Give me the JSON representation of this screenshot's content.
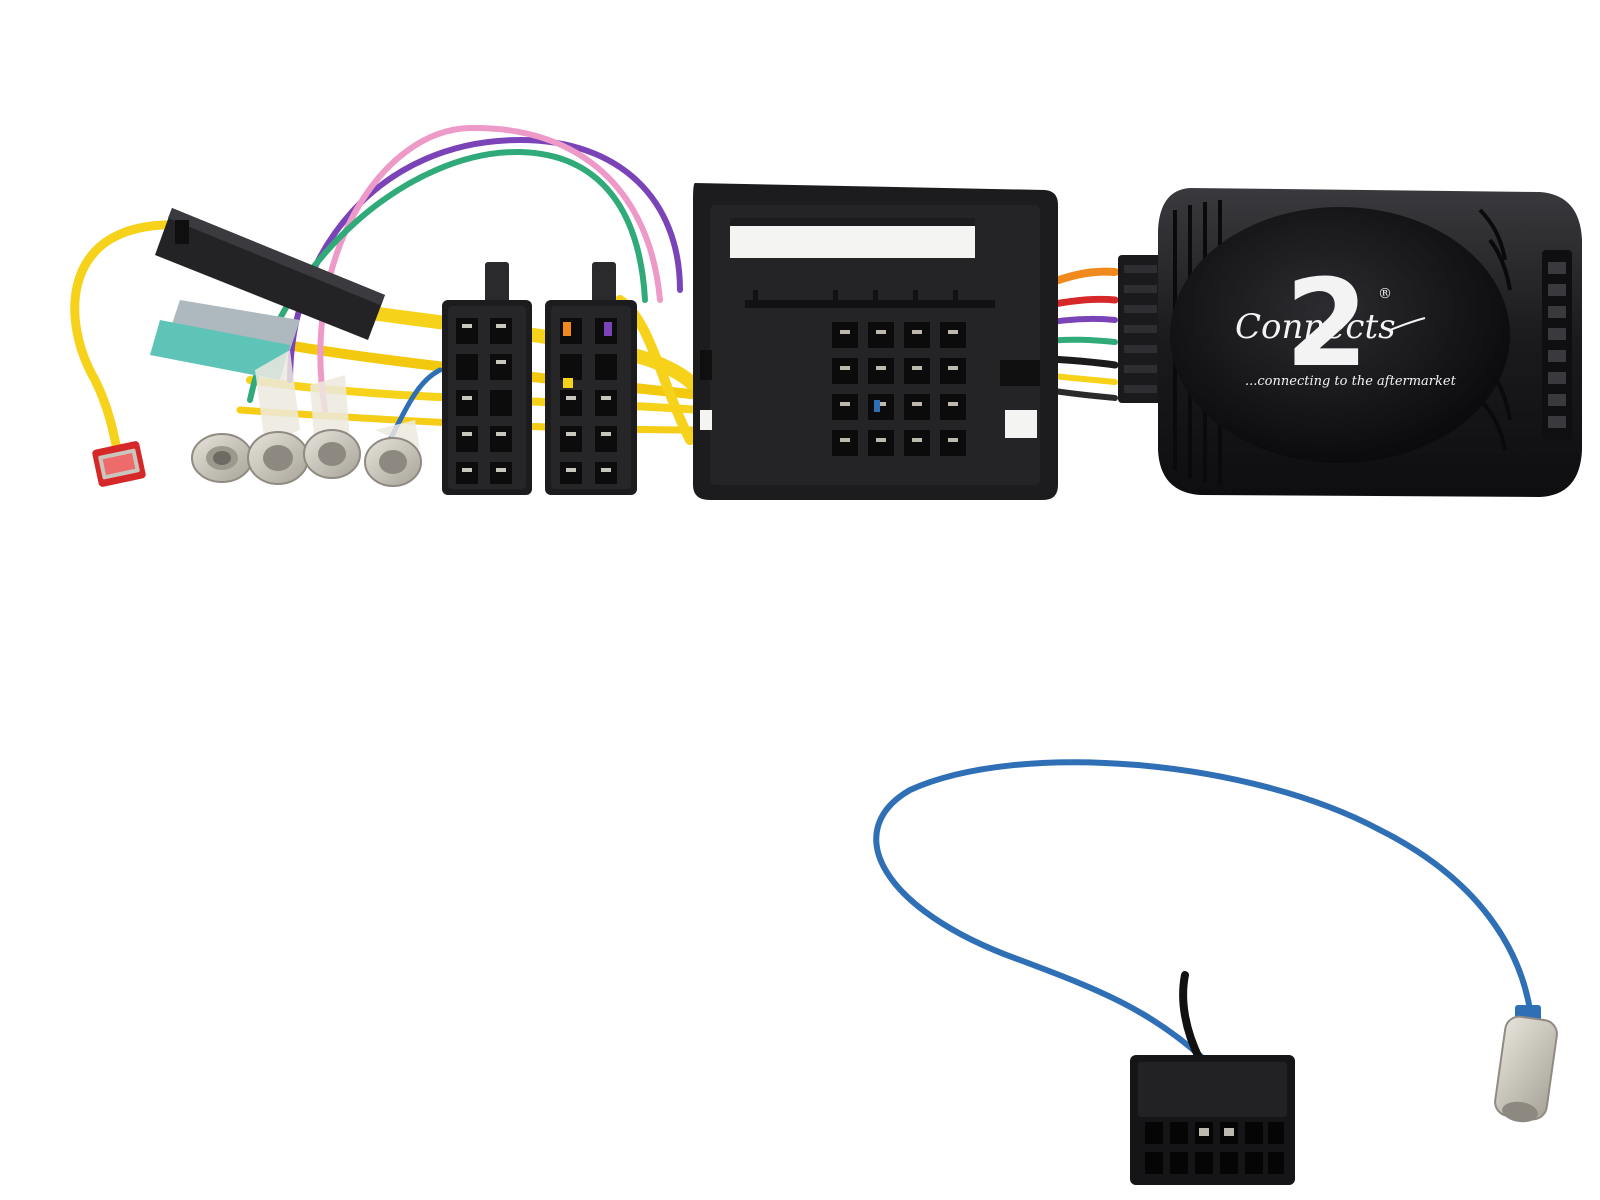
{
  "brand": {
    "script": "Connects",
    "numeral": "2",
    "registered": "®",
    "tagline": "...connecting to the aftermarket"
  },
  "colors": {
    "background": "#ffffff",
    "connector_black": "#1c1c1e",
    "module_black": "#161618",
    "wire_yellow": "#f7d21a",
    "wire_purple": "#7a44b8",
    "wire_pink": "#ee9ac9",
    "wire_green": "#2faa78",
    "wire_blue": "#2f6fb5",
    "wire_orange": "#f08a1c",
    "wire_red": "#d62828",
    "terminal_metal": "#c9c6bd"
  }
}
